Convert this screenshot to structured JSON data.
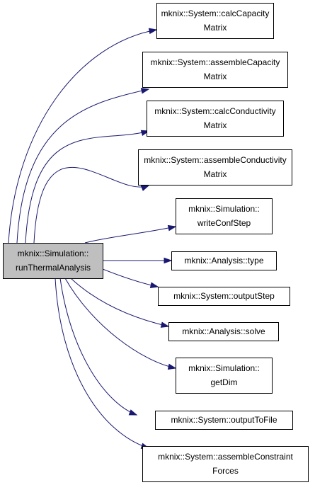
{
  "diagram": {
    "type": "call-graph",
    "edge_color": "#191970",
    "root_fill": "#bfbfbf",
    "root": {
      "id": "run-thermal-analysis",
      "lines": [
        "mknix::Simulation::",
        "runThermalAnalysis"
      ]
    },
    "callees": [
      {
        "id": "calc-capacity-matrix",
        "lines": [
          "mknix::System::calcCapacity",
          "Matrix"
        ]
      },
      {
        "id": "assemble-capacity-matrix",
        "lines": [
          "mknix::System::assembleCapacity",
          "Matrix"
        ]
      },
      {
        "id": "calc-conductivity-matrix",
        "lines": [
          "mknix::System::calcConductivity",
          "Matrix"
        ]
      },
      {
        "id": "assemble-conductivity-matrix",
        "lines": [
          "mknix::System::assembleConductivity",
          "Matrix"
        ]
      },
      {
        "id": "write-conf-step",
        "lines": [
          "mknix::Simulation::",
          "writeConfStep"
        ]
      },
      {
        "id": "analysis-type",
        "lines": [
          "mknix::Analysis::type"
        ]
      },
      {
        "id": "output-step",
        "lines": [
          "mknix::System::outputStep"
        ]
      },
      {
        "id": "analysis-solve",
        "lines": [
          "mknix::Analysis::solve"
        ]
      },
      {
        "id": "get-dim",
        "lines": [
          "mknix::Simulation::",
          "getDim"
        ]
      },
      {
        "id": "output-to-file",
        "lines": [
          "mknix::System::outputToFile"
        ]
      },
      {
        "id": "assemble-constraint-forces",
        "lines": [
          "mknix::System::assembleConstraint",
          "Forces"
        ]
      }
    ]
  }
}
